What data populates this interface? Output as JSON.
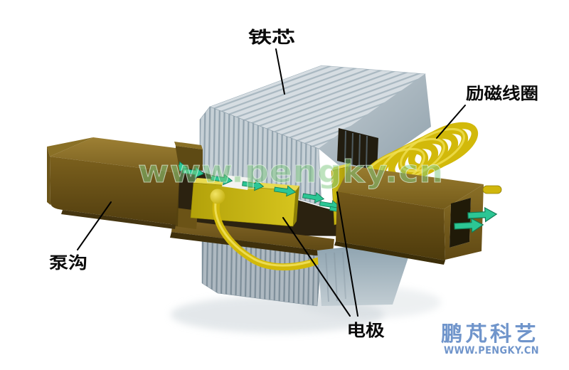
{
  "labels": {
    "iron_core": "铁芯",
    "excitation_coil": "励磁线圈",
    "pump_duct": "泵沟",
    "electrode": "电极"
  },
  "watermark": "www.pengky.cn",
  "logo": {
    "title": "鹏芃科艺",
    "url": "WWW.PENGKY.CN"
  },
  "colors": {
    "core_gray": "#c6d0d6",
    "core_stripe": "#92a3ae",
    "duct_brown": "#8a6f26",
    "duct_brown_dark": "#5d4713",
    "electrode_yellow": "#cdbb12",
    "coil_yellow": "#d2b90a",
    "arrow_green": "#2cc694",
    "arrow_green_dark": "#117a55",
    "watermark_green": "#7ec87e",
    "logo_blue": "#7095cb",
    "label_black": "#0a0a0a"
  }
}
